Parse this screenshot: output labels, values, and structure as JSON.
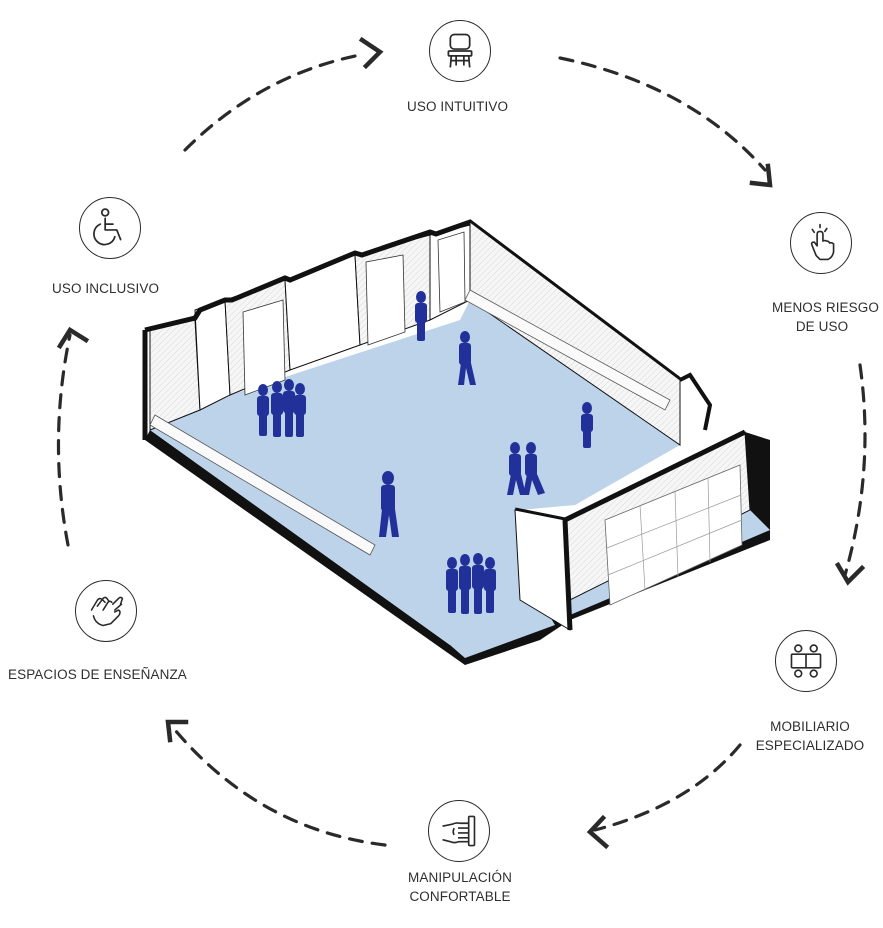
{
  "diagram": {
    "nodes": [
      {
        "id": "chair",
        "icon": "chair-icon",
        "label_lines": [
          "USO INTUITIVO"
        ]
      },
      {
        "id": "touch",
        "icon": "touch-hand-icon",
        "label_lines": [
          "MENOS RIESGO",
          "DE USO"
        ]
      },
      {
        "id": "furniture",
        "icon": "table-chairs-icon",
        "label_lines": [
          "MOBILIARIO",
          "ESPECIALIZADO"
        ]
      },
      {
        "id": "handle",
        "icon": "hand-handle-icon",
        "label_lines": [
          "MANIPULACIÓN",
          "CONFORTABLE"
        ]
      },
      {
        "id": "handshake",
        "icon": "handshake-icon",
        "label_lines": [
          "ESPACIOS DE ENSEÑANZA"
        ]
      },
      {
        "id": "wheelchair",
        "icon": "wheelchair-icon",
        "label_lines": [
          "USO INCLUSIVO"
        ]
      }
    ],
    "colors": {
      "floor": "#bdd3ea",
      "figures": "#22309a",
      "walls": "#f4f4f4",
      "lines": "#2a2a2a",
      "text": "#2f2f2f"
    }
  }
}
